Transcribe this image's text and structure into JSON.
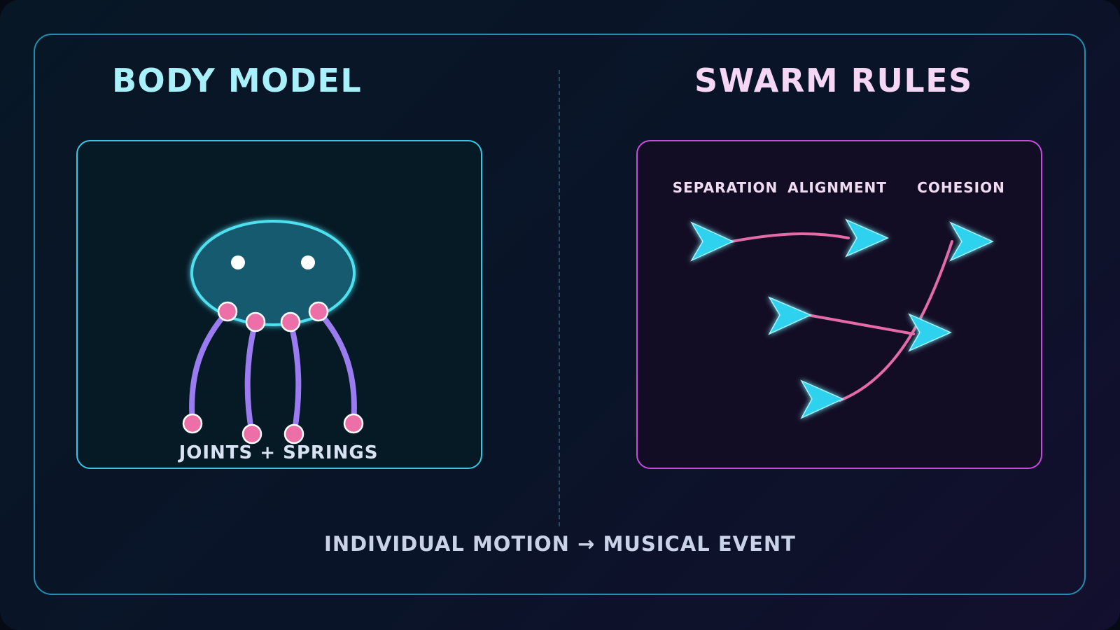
{
  "left_panel": {
    "title": "BODY MODEL",
    "caption": "JOINTS + SPRINGS"
  },
  "right_panel": {
    "title": "SWARM RULES",
    "rules": [
      "SEPARATION",
      "ALIGNMENT",
      "COHESION"
    ]
  },
  "footer": {
    "text": "INDIVIDUAL MOTION → MUSICAL EVENT"
  },
  "colors": {
    "cyan_accent": "#35c8e6",
    "magenta_accent": "#c84be0",
    "joint_pink": "#ec6fa8",
    "spring_purple": "#9a7cf0",
    "agent_cyan": "#2fd2ee",
    "link_pink": "#e46aa8"
  },
  "icons": [
    "jellyfish-body-icon",
    "swarm-agent-arrow-icon"
  ]
}
